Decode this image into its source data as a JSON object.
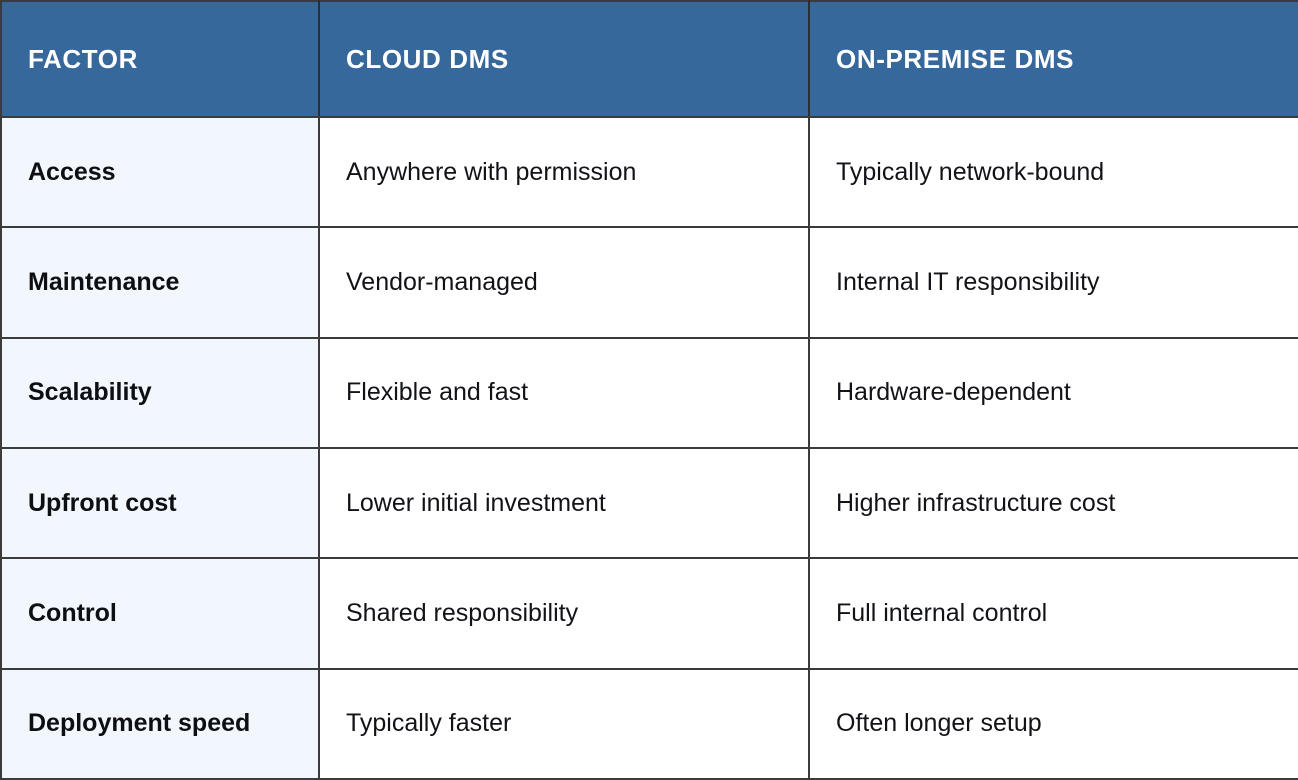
{
  "table": {
    "name": "cloud-vs-on-premise-dms-comparison",
    "colors": {
      "header_background": "#36689b",
      "header_text": "#ffffff",
      "factor_column_background": "#f2f6fd",
      "cell_background": "#ffffff",
      "body_text": "#111317",
      "border": "#3b3b3b"
    },
    "columns": [
      {
        "key": "factor",
        "header": "FACTOR"
      },
      {
        "key": "cloud",
        "header": "CLOUD DMS"
      },
      {
        "key": "onprem",
        "header": "ON-PREMISE DMS"
      }
    ],
    "rows": [
      {
        "factor": "Access",
        "cloud": "Anywhere with permission",
        "onprem": "Typically network-bound"
      },
      {
        "factor": "Maintenance",
        "cloud": "Vendor-managed",
        "onprem": "Internal IT responsibility"
      },
      {
        "factor": "Scalability",
        "cloud": "Flexible and fast",
        "onprem": "Hardware-dependent"
      },
      {
        "factor": "Upfront cost",
        "cloud": "Lower initial investment",
        "onprem": "Higher infrastructure cost"
      },
      {
        "factor": "Control",
        "cloud": "Shared responsibility",
        "onprem": "Full internal control"
      },
      {
        "factor": "Deployment speed",
        "cloud": "Typically faster",
        "onprem": "Often longer setup"
      }
    ]
  }
}
